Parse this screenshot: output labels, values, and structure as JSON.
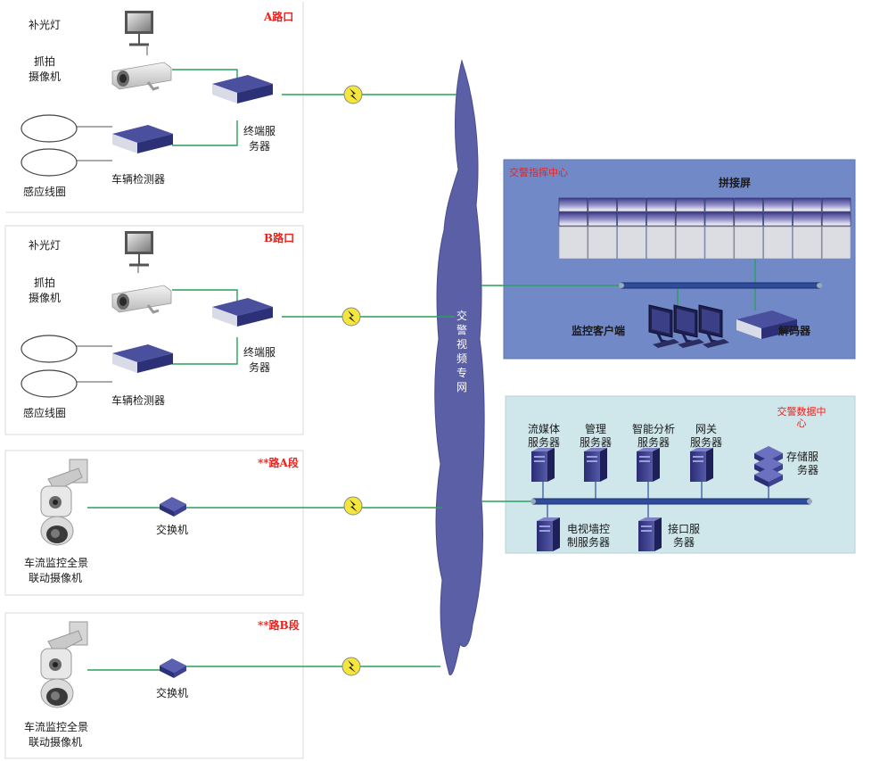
{
  "site_a": {
    "title": "A路口",
    "fill_light": "补光灯",
    "camera_l1": "抓拍",
    "camera_l2": "摄像机",
    "server_l1": "终端服",
    "server_l2": "务器",
    "detector": "车辆检测器",
    "loop": "感应线圈"
  },
  "site_b": {
    "title": "B路口",
    "fill_light": "补光灯",
    "camera_l1": "抓拍",
    "camera_l2": "摄像机",
    "server_l1": "终端服",
    "server_l2": "务器",
    "detector": "车辆检测器",
    "loop": "感应线圈"
  },
  "seg_a": {
    "title": "**路A段",
    "switch": "交换机",
    "camera_l1": "车流监控全景",
    "camera_l2": "联动摄像机"
  },
  "seg_b": {
    "title": "**路B段",
    "switch": "交换机",
    "camera_l1": "车流监控全景",
    "camera_l2": "联动摄像机"
  },
  "network": {
    "chars": [
      "交",
      "警",
      "视",
      "频",
      "专",
      "网"
    ]
  },
  "command_center": {
    "title": "交警指挥中心",
    "video_wall": "拼接屏",
    "client": "监控客户端",
    "decoder": "解码器"
  },
  "data_center": {
    "title_l1": "交警数据中",
    "title_l2": "心",
    "streaming_l1": "流媒体",
    "streaming_l2": "服务器",
    "mgmt_l1": "管理",
    "mgmt_l2": "服务器",
    "analysis_l1": "智能分析",
    "analysis_l2": "服务器",
    "gateway_l1": "网关",
    "gateway_l2": "服务器",
    "storage_l1": "存储服",
    "storage_l2": "务器",
    "tvwall_l1": "电视墙控",
    "tvwall_l2": "制服务器",
    "interface_l1": "接口服",
    "interface_l2": "务器"
  },
  "colors": {
    "link_green": "#2aa05a",
    "cloud_blue": "#5a5fa6",
    "command_bg": "#7289c8",
    "data_bg": "#cfe6ea",
    "device_navy": "#3b3f8f",
    "title_red": "#e8231e"
  }
}
